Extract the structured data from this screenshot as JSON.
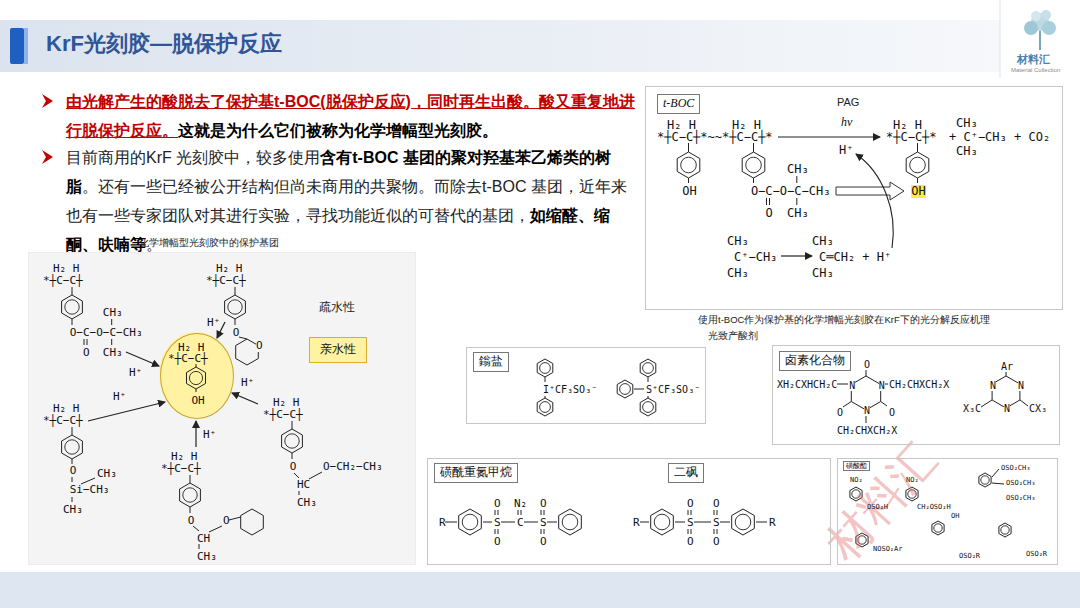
{
  "diagram": {
    "title": "KrF光刻胶—脱保护反应",
    "nodes": [
      {
        "text": [
          "使用t-BOC作为保护基的化学增幅光刻胶在KrF下的光分解反应机理",
          "H₂ H",
          "H₂ H",
          "*┼C−C┼*~~*┼C−C┼*",
          "OH",
          "O−C−O−C−CH₃",
          "O",
          "CH₃",
          "CH₃",
          "PAG",
          "hν",
          "H⁺",
          "H₂ H",
          "*┼C−C┼*",
          "OH",
          "+ C⁺−CH₃ + CO₂",
          "CH₃",
          "CH₃",
          "CH₃",
          "C⁺−CH₃",
          "CH₃",
          "CH₃",
          "C═CH₂ + H⁺",
          "CH₃"
        ]
      },
      {
        "text": [
          "t-BOC"
        ],
        "in": 0
      },
      {
        "text": [
          "化学增幅型光刻胶中的保护基团",
          "H₂ H",
          "*┼C−C┼",
          "O−C−O−C−CH₃",
          "O",
          "CH₃",
          "CH₃",
          "H₂ H",
          "*┼C−C┼",
          "O",
          "O",
          "H₂ H",
          "*┼C−C┼",
          "O",
          "Si−CH₃",
          "CH₃",
          "CH₃",
          "H₂ H",
          "*┼C−C┼",
          "O",
          "CH",
          "CH₃",
          "O",
          "H₂ H",
          "*┼C−C┼",
          "O",
          "HC",
          "CH₃",
          "O−CH₂−CH₃",
          "疏水性",
          "H⁺",
          "H⁺",
          "H⁺",
          "H⁺",
          "H⁺"
        ]
      },
      {
        "text": [
          "H₂ H",
          "*┼C−C┼",
          "OH"
        ],
        "in": 2
      },
      {
        "text": [
          "亲水性"
        ],
        "in": 2
      },
      {
        "text": [
          "I⁺CF₃SO₃⁻",
          "S⁺CF₃SO₃⁻"
        ]
      },
      {
        "text": [
          "鎓盐"
        ],
        "in": 5
      },
      {
        "text": [
          "XH₂CXHCH₂C",
          "CH₂CHXCH₂X",
          "CH₂CHXCH₂X",
          "Ar",
          "X₃C",
          "CX₃",
          "O",
          "O",
          "O",
          "N",
          "N",
          "N",
          "N",
          "N",
          "N"
        ]
      },
      {
        "text": [
          "卤素化合物"
        ],
        "in": 7
      },
      {
        "text": [
          "R",
          "S",
          "C",
          "S",
          "O",
          "O",
          "N₂",
          "O",
          "O",
          "R",
          "S",
          "S",
          "O",
          "O",
          "O",
          "O",
          "R"
        ]
      },
      {
        "text": [
          "磺酰重氮甲烷"
        ],
        "in": 9
      },
      {
        "text": [
          "二砜"
        ],
        "in": 9
      },
      {
        "text": [
          "NO₂",
          "OSO₂H",
          "NO₂",
          "CH₂OSO₂H",
          "OSO₂CH₃",
          "OSO₂CH₃",
          "OSO₂CH₃",
          "NOSO₂Ar",
          "OH",
          "OSO₂R",
          "OSO₂R"
        ]
      },
      {
        "text": [
          "磺酸酯"
        ],
        "in": 12
      }
    ],
    "labels": [
      "由光解产生的酸脱去了保护基t-BOC(脱保护反应)，同时再生出酸。酸又重复地进行脱保护反应。",
      "这就是为什么它们被称为化学增幅型光刻胶。",
      "目前商用的KrF 光刻胶中，较多使用",
      "含有t-BOC 基团的聚对羟基苯乙烯类的树脂",
      "。还有一些已经被公开结构但尚未商用的共聚物。而除去t-BOC 基团，近年来也有一些专家团队对其进行实验，寻找功能近似的可替代的基团，",
      "如缩醛、缩酮、呋喃等",
      "。",
      "光致产酸剂",
      "材料汇",
      "材料汇",
      "Material Collection"
    ]
  }
}
